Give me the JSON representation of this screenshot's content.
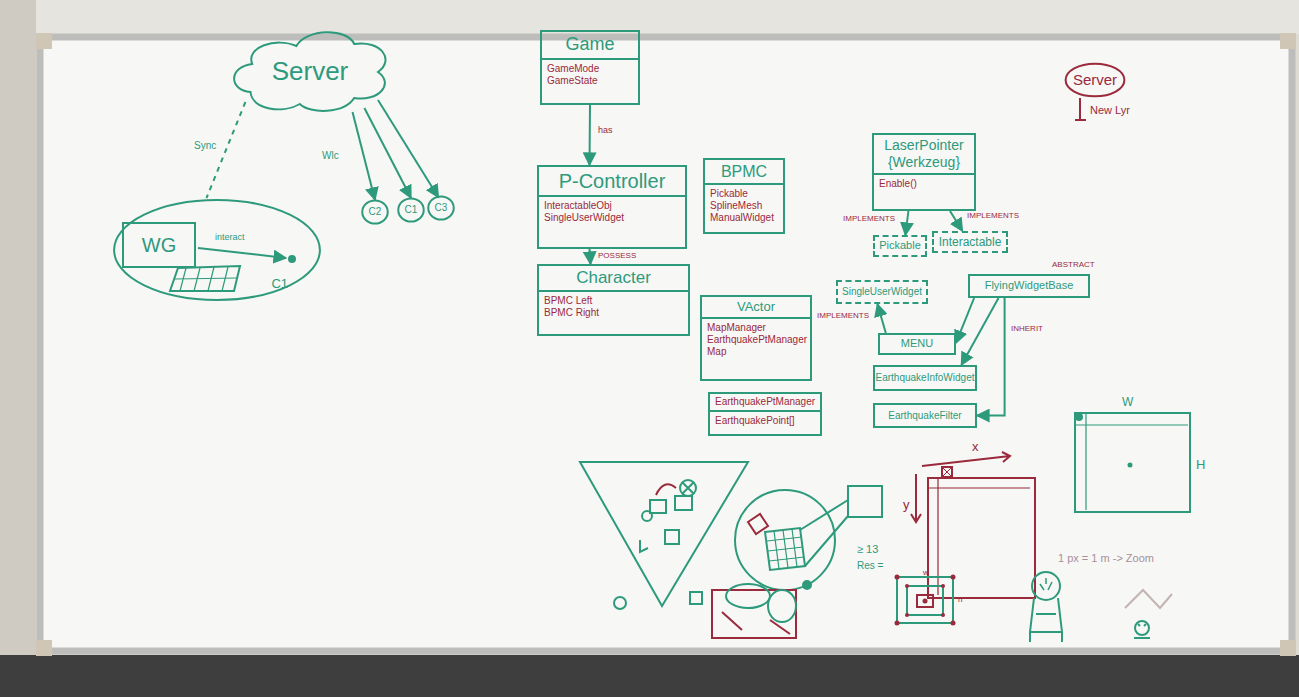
{
  "diagram": {
    "nodes": [
      {
        "text": [
          "Server"
        ]
      },
      {
        "text": [
          "C1"
        ]
      },
      {
        "text": [
          "WG"
        ],
        "in": 1
      },
      {
        "text": [
          "C2"
        ]
      },
      {
        "text": [
          "C1"
        ]
      },
      {
        "text": [
          "C3"
        ]
      },
      {
        "text": [
          "Game",
          "GameMode",
          "GameState"
        ]
      },
      {
        "text": [
          "P-Controller",
          "InteractableObj",
          "SingleUserWidget"
        ]
      },
      {
        "text": [
          "Character",
          "BPMC Left",
          "BPMC Right"
        ]
      },
      {
        "text": [
          "BPMC",
          "Pickable",
          "SplineMesh",
          "ManualWidget"
        ]
      },
      {
        "text": [
          "VActor",
          "MapManager",
          "EarthquakePtManager",
          "Map"
        ]
      },
      {
        "text": [
          "EarthquakePtManager",
          "EarthquakePoint[]"
        ]
      },
      {
        "text": [
          "LaserPointer {Werkzeug}",
          "Enable()"
        ]
      },
      {
        "text": [
          "Pickable"
        ]
      },
      {
        "text": [
          "Interactable"
        ]
      },
      {
        "text": [
          "SingleUserWidget"
        ]
      },
      {
        "text": [
          "FlyingWidgetBase"
        ]
      },
      {
        "text": [
          "MENU"
        ]
      },
      {
        "text": [
          "EarthquakeInfoWidget"
        ]
      },
      {
        "text": [
          "EarthquakeFilter"
        ]
      },
      {
        "text": [
          "Server"
        ]
      }
    ],
    "edges": [
      {
        "from": 0,
        "to": 3,
        "arrow": "to"
      },
      {
        "from": 0,
        "to": 4,
        "arrow": "to"
      },
      {
        "from": 0,
        "to": 5,
        "arrow": "to"
      },
      {
        "from": 0,
        "to": 1,
        "label": "Sync",
        "arrow": "none"
      },
      {
        "from": 6,
        "to": 7,
        "label": "has",
        "arrow": "to"
      },
      {
        "from": 7,
        "to": 8,
        "label": "POSSESS",
        "arrow": "to"
      },
      {
        "from": 12,
        "to": 13,
        "label": "IMPLEMENTS",
        "arrow": "to"
      },
      {
        "from": 12,
        "to": 14,
        "label": "IMPLEMENTS",
        "arrow": "to"
      },
      {
        "from": 16,
        "to": 17,
        "arrow": "to"
      },
      {
        "from": 16,
        "to": 18,
        "label": "INHERIT",
        "arrow": "to"
      },
      {
        "from": 16,
        "to": 19,
        "arrow": "to"
      },
      {
        "from": 17,
        "to": 15,
        "label": "IMPLEMENTS",
        "arrow": "to"
      }
    ],
    "labels": [
      "Wlc",
      "interact",
      "New Lyr",
      "ABSTRACT",
      "x",
      "y",
      "W",
      "H",
      "1 px = 1 m -> Zoom",
      "≥ 13",
      "Res =",
      "w",
      "h"
    ]
  }
}
